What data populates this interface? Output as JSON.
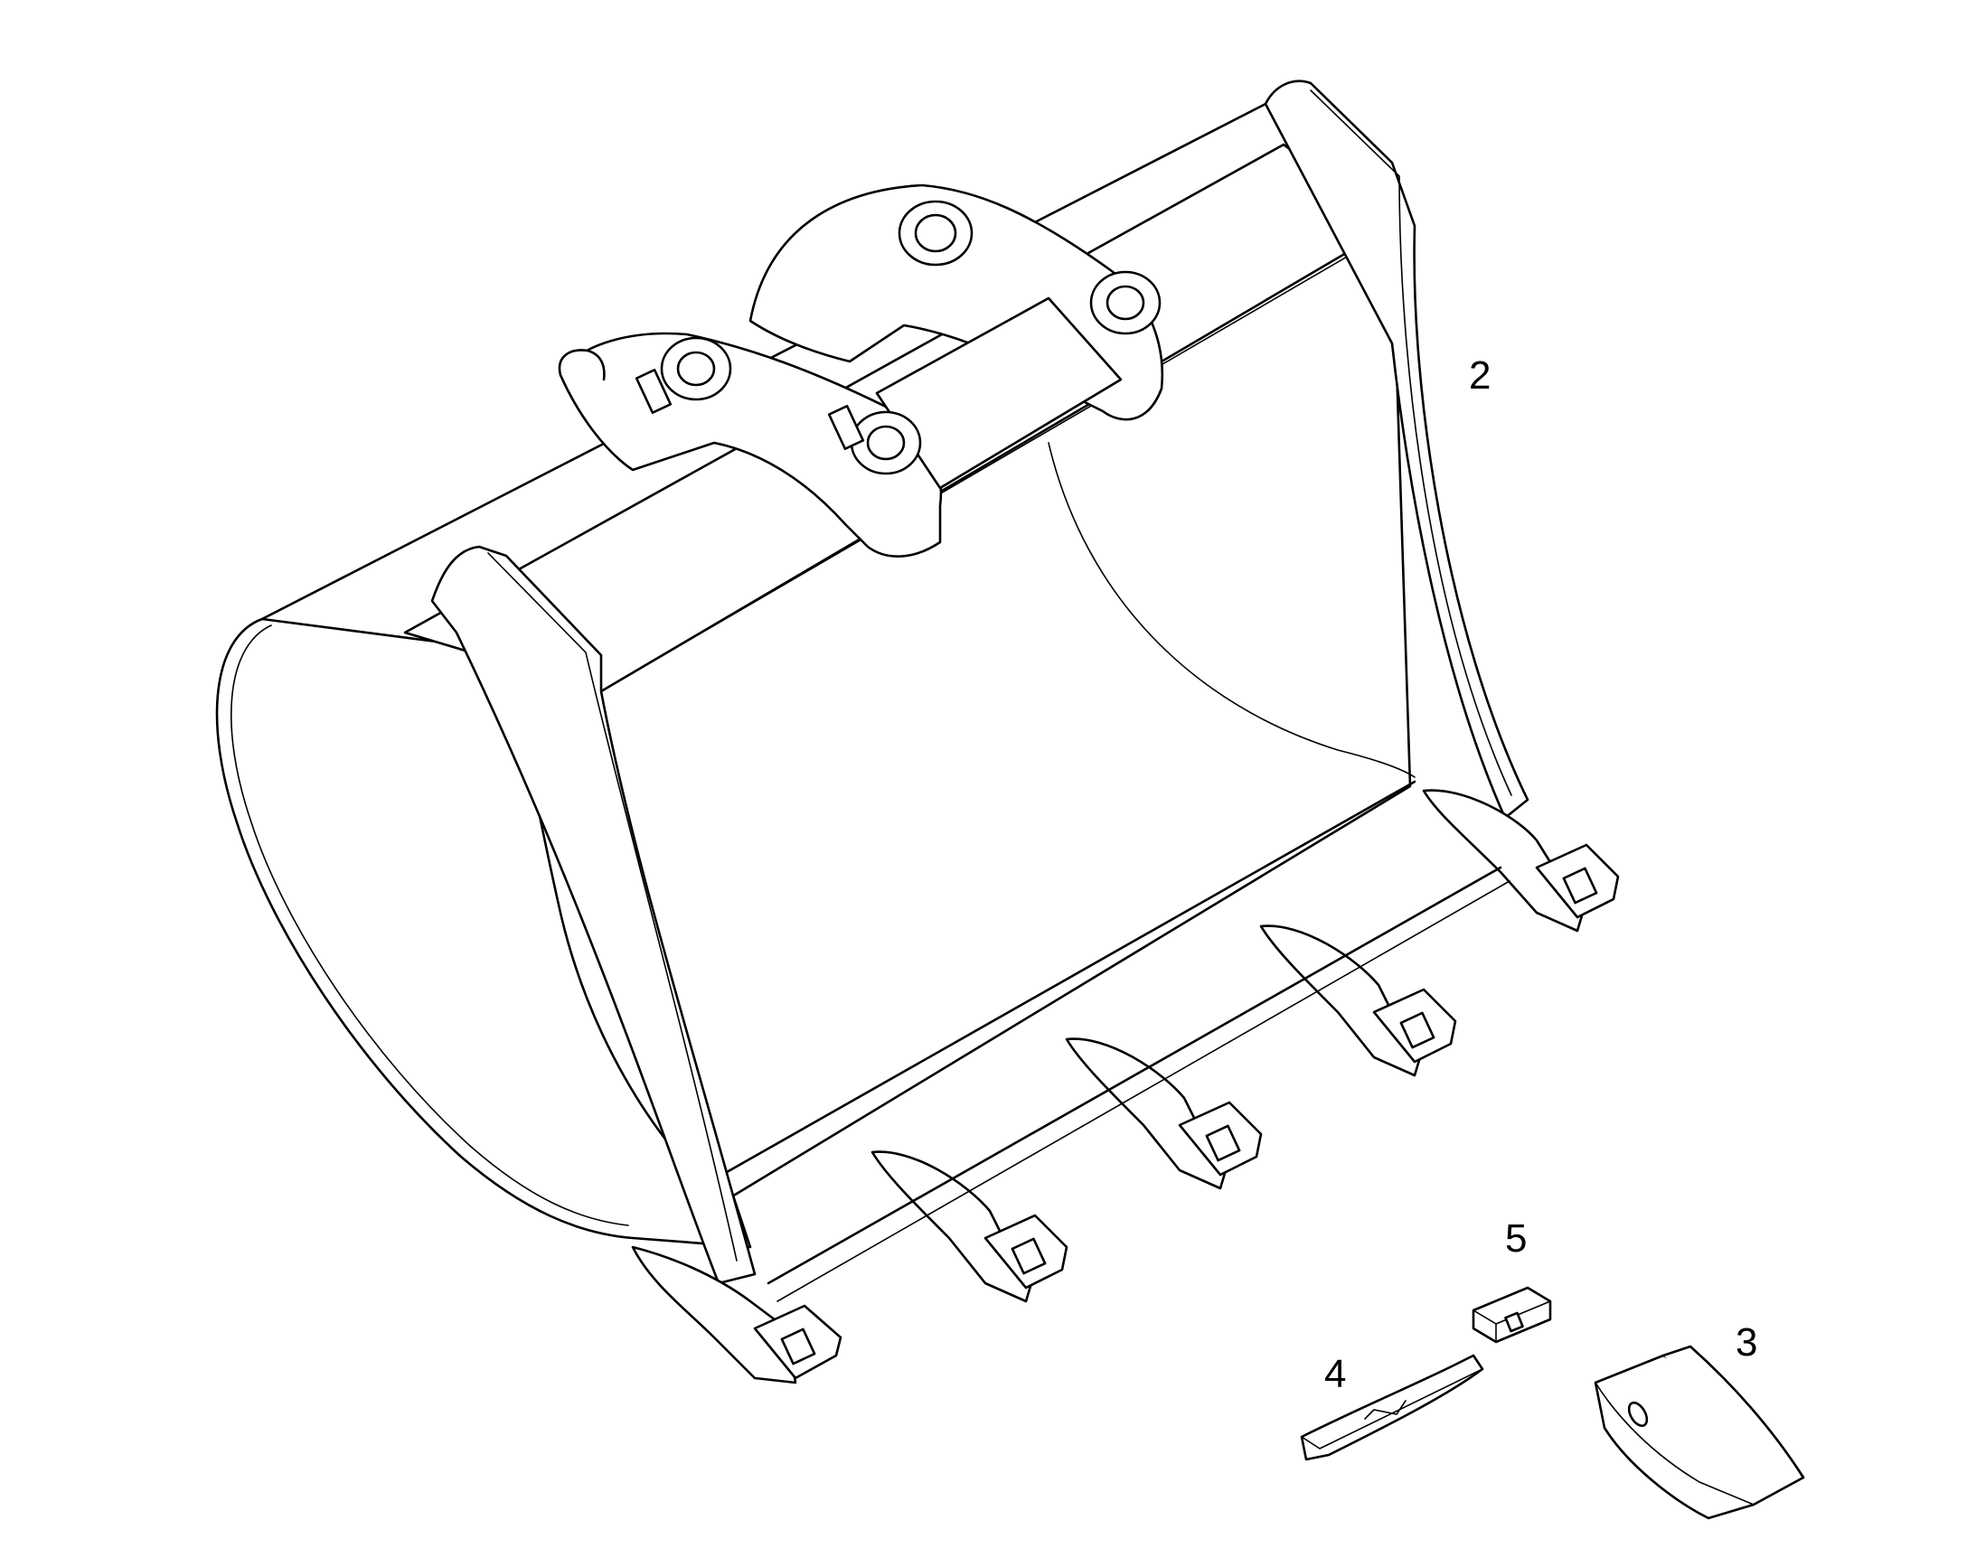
{
  "callouts": [
    {
      "id": "2",
      "label": "2",
      "part": "bucket"
    },
    {
      "id": "3",
      "label": "3",
      "part": "tooth"
    },
    {
      "id": "4",
      "label": "4",
      "part": "retainer-pin"
    },
    {
      "id": "5",
      "label": "5",
      "part": "retainer-lock"
    }
  ],
  "colors": {
    "line": "#000000",
    "background": "#ffffff"
  }
}
